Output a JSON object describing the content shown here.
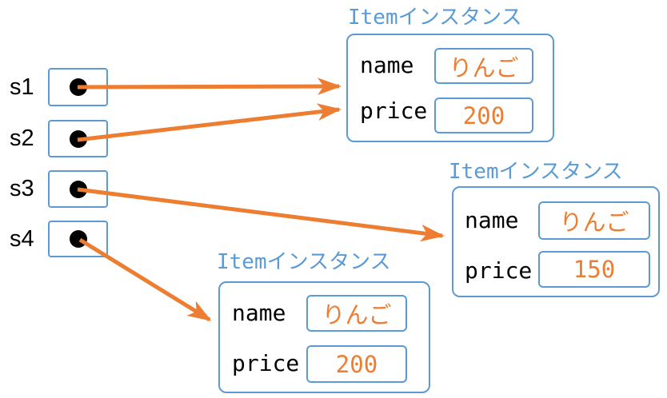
{
  "colors": {
    "box_border_blue": "#5B9BD5",
    "title_blue": "#5B9BD5",
    "value_orange": "#ED7D31",
    "arrow_orange": "#ED7D31",
    "text_black": "#000000",
    "dot_black": "#000000"
  },
  "variables": [
    {
      "label": "s1"
    },
    {
      "label": "s2"
    },
    {
      "label": "s3"
    },
    {
      "label": "s4"
    }
  ],
  "instances": [
    {
      "title": "Itemインスタンス",
      "fields": [
        {
          "label": "name",
          "value": "りんご"
        },
        {
          "label": "price",
          "value": "200"
        }
      ]
    },
    {
      "title": "Itemインスタンス",
      "fields": [
        {
          "label": "name",
          "value": "りんご"
        },
        {
          "label": "price",
          "value": "150"
        }
      ]
    },
    {
      "title": "Itemインスタンス",
      "fields": [
        {
          "label": "name",
          "value": "りんご"
        },
        {
          "label": "price",
          "value": "200"
        }
      ]
    }
  ],
  "references": [
    {
      "from": "s1",
      "to": "instance_0"
    },
    {
      "from": "s2",
      "to": "instance_0"
    },
    {
      "from": "s3",
      "to": "instance_1"
    },
    {
      "from": "s4",
      "to": "instance_2"
    }
  ]
}
